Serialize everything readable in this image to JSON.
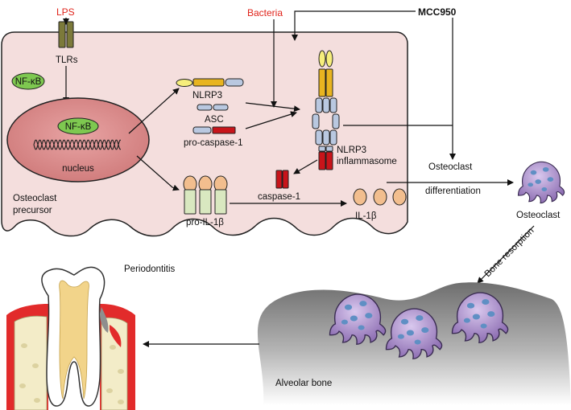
{
  "labels": {
    "lps": "LPS",
    "bacteria": "Bacteria",
    "mcc950": "MCC950",
    "tlrs": "TLRs",
    "nfkb_cytoplasm": "NF-κB",
    "nfkb_nucleus": "NF-κB",
    "nucleus": "nucleus",
    "nlrp3": "NLRP3",
    "asc": "ASC",
    "pro_caspase": "pro-caspase-1",
    "nlrp3_inflammasome_line1": "NLRP3",
    "nlrp3_inflammasome_line2": "inflammasome",
    "caspase1": "caspase-1",
    "osteoclast_precursor_line1": "Osteoclast",
    "osteoclast_precursor_line2": "precursor",
    "pro_il1b": "pro-IL-1β",
    "il1b": "IL-1β",
    "osteoclast_diff_line1": "Osteoclast",
    "osteoclast_diff_line2": "differentiation",
    "osteoclast": "Osteoclast",
    "bone_resorption": "Bone resorption",
    "periodontitis": "Periodontitis",
    "alveolar_bone": "Alveolar bone"
  },
  "colors": {
    "cell_fill": "#f4dedd",
    "nucleus_fill": "#d98a8a",
    "nfkb_green": "#7ec850",
    "label_red": "#e0241b",
    "inflammasome_gold": "#e8b420",
    "inflammasome_blue": "#b9c8e0",
    "caspase_red": "#c8141a",
    "osteoclast_purple": "#a48bc4",
    "il1b_peach": "#f2be8e"
  }
}
